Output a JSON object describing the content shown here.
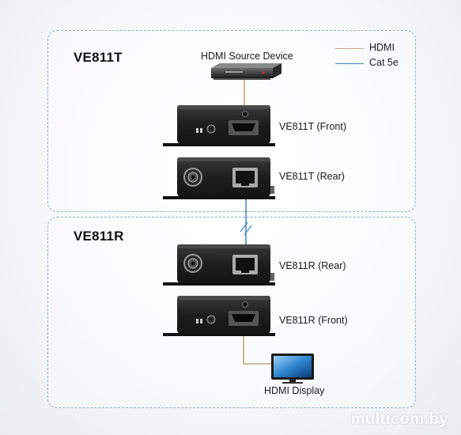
{
  "transmitter": {
    "title": "VE811T",
    "source_label": "HDMI Source Device",
    "front_label": "VE811T (Front)",
    "rear_label": "VE811T (Rear)"
  },
  "receiver": {
    "title": "VE811R",
    "rear_label": "VE811R (Rear)",
    "front_label": "VE811R (Front)",
    "display_label": "HDMI Display"
  },
  "legend": [
    {
      "label": "HDMI",
      "color": "#b8a97c"
    },
    {
      "label": "Cat 5e",
      "color": "#3f86c4"
    }
  ],
  "watermark": "multicom.by",
  "colors": {
    "panel_border": "#8fb0cf",
    "device_body": "#1f1f1f",
    "hdmi_cable": "#b8a97c",
    "cat5e_cable": "#3f86c4"
  }
}
